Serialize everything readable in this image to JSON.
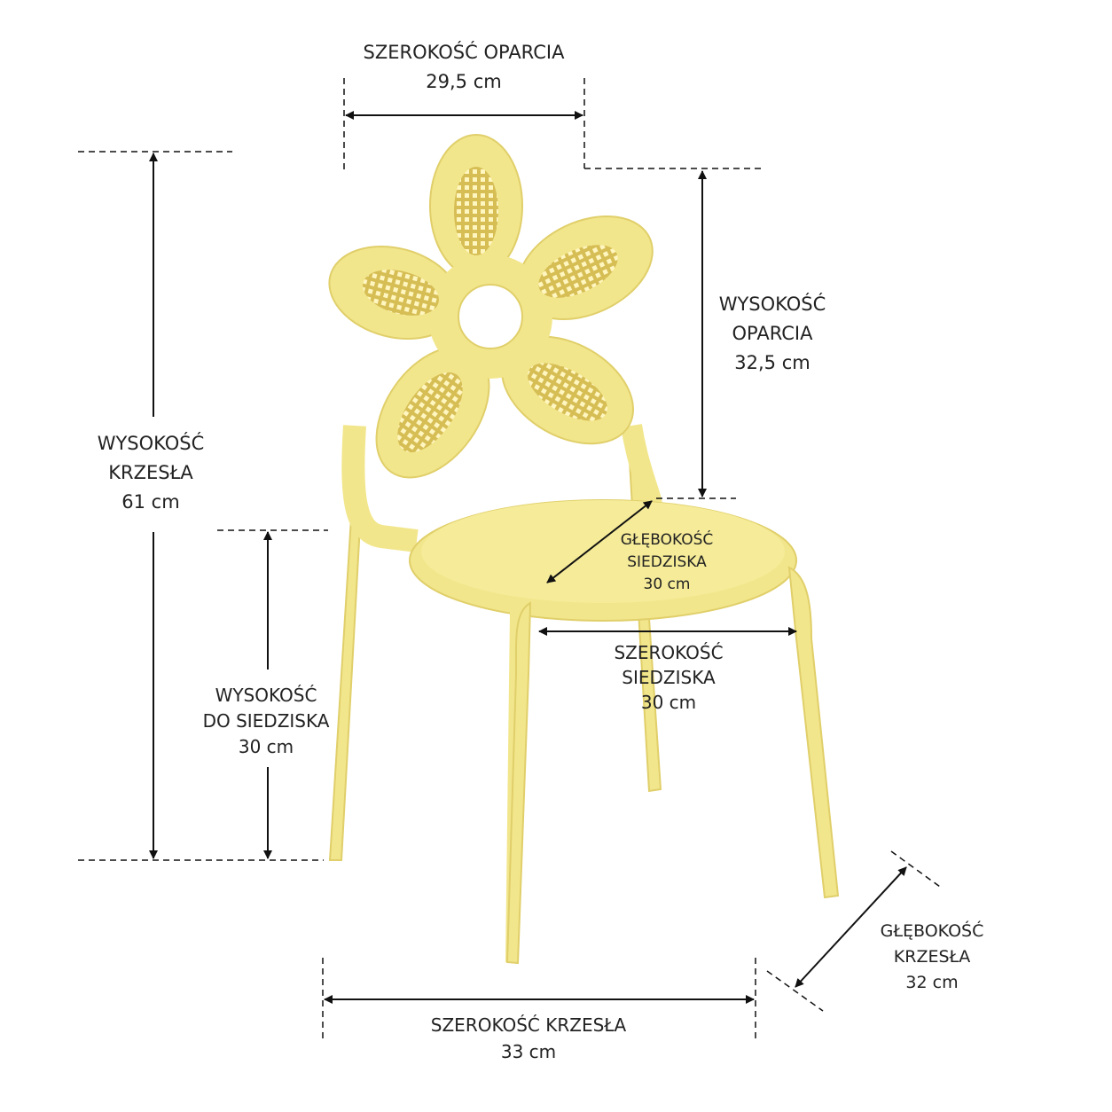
{
  "colors": {
    "chair": "#f2e68c",
    "chair_shade": "#e4d46e",
    "cane": "#d9c25a",
    "line": "#111111"
  },
  "dimensions": {
    "backrest_width": {
      "lines": [
        "SZEROKOŚĆ OPARCIA"
      ],
      "value": "29,5 cm"
    },
    "chair_height": {
      "lines": [
        "WYSOKOŚĆ",
        "KRZESŁA"
      ],
      "value": "61 cm"
    },
    "backrest_height": {
      "lines": [
        "WYSOKOŚĆ",
        "OPARCIA"
      ],
      "value": "32,5 cm"
    },
    "seat_depth": {
      "lines": [
        "GŁĘBOKOŚĆ",
        "SIEDZISKA"
      ],
      "value": "30 cm"
    },
    "seat_width": {
      "lines": [
        "SZEROKOŚĆ",
        "SIEDZISKA"
      ],
      "value": "30 cm"
    },
    "seat_height": {
      "lines": [
        "WYSOKOŚĆ",
        "DO SIEDZISKA"
      ],
      "value": "30 cm"
    },
    "chair_width": {
      "lines": [
        "SZEROKOŚĆ KRZESŁA"
      ],
      "value": "33 cm"
    },
    "chair_depth": {
      "lines": [
        "GŁĘBOKOŚĆ",
        "KRZESŁA"
      ],
      "value": "32 cm"
    }
  }
}
